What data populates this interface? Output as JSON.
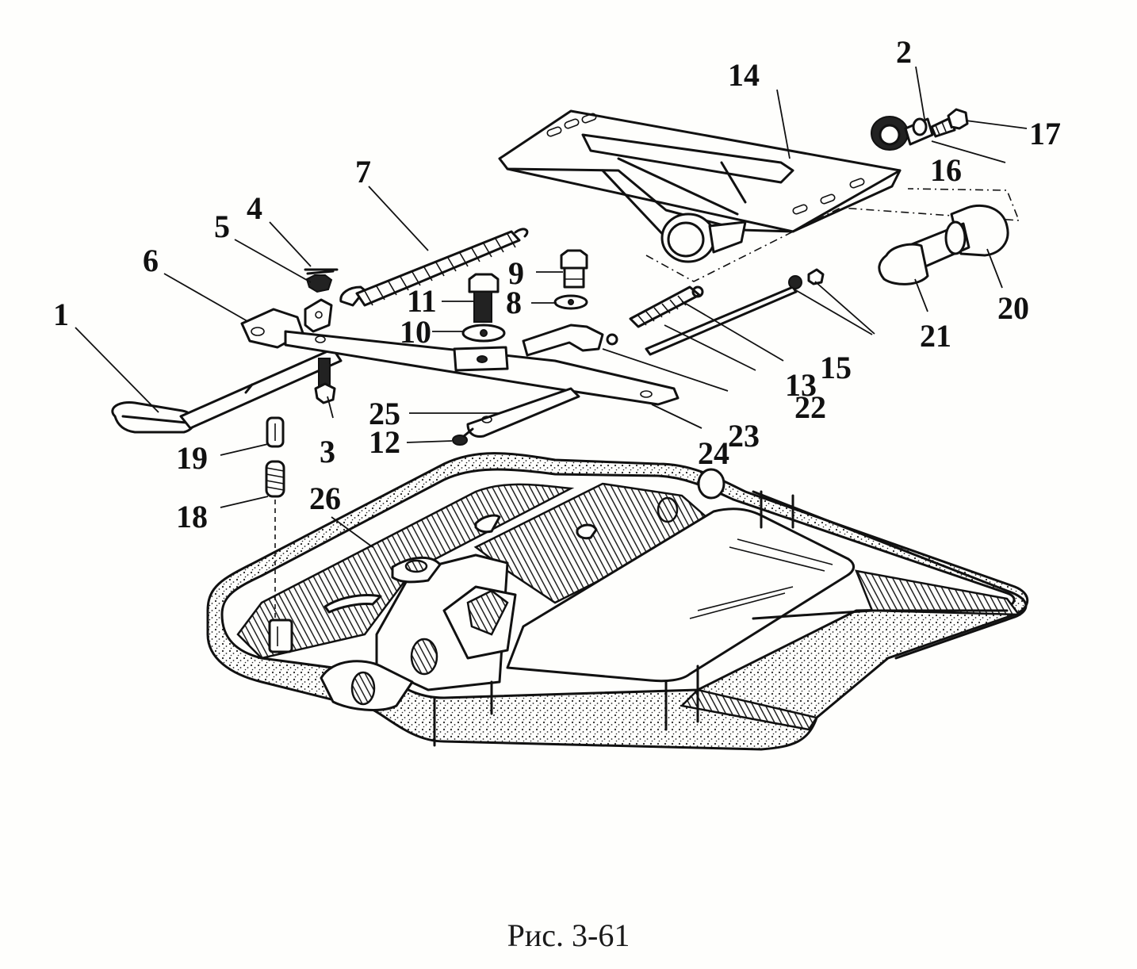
{
  "figure": {
    "caption": "Рис. 3-61",
    "type": "exploded-view assembly drawing"
  },
  "callouts": {
    "c1": "1",
    "c2": "2",
    "c3": "3",
    "c4": "4",
    "c5": "5",
    "c6": "6",
    "c7": "7",
    "c8": "8",
    "c9": "9",
    "c10": "10",
    "c11": "11",
    "c12": "12",
    "c13": "13",
    "c14": "14",
    "c15": "15",
    "c16": "16",
    "c17": "17",
    "c18": "18",
    "c19": "19",
    "c20": "20",
    "c21": "21",
    "c22": "22",
    "c23": "23",
    "c24": "24",
    "c25": "25",
    "c26": "26"
  },
  "parts": [
    {
      "id": "1",
      "name": "release-handle"
    },
    {
      "id": "2",
      "name": "bushing"
    },
    {
      "id": "3",
      "name": "nut"
    },
    {
      "id": "4",
      "name": "cotter-pin"
    },
    {
      "id": "5",
      "name": "castle-nut"
    },
    {
      "id": "6",
      "name": "bracket"
    },
    {
      "id": "7",
      "name": "tension-spring"
    },
    {
      "id": "8",
      "name": "washer"
    },
    {
      "id": "9",
      "name": "bolt"
    },
    {
      "id": "10",
      "name": "washer"
    },
    {
      "id": "11",
      "name": "bolt"
    },
    {
      "id": "12",
      "name": "pin"
    },
    {
      "id": "13",
      "name": "return-spring"
    },
    {
      "id": "14",
      "name": "mounting-plate"
    },
    {
      "id": "15",
      "name": "nuts"
    },
    {
      "id": "16",
      "name": "washer"
    },
    {
      "id": "17",
      "name": "bolt"
    },
    {
      "id": "18",
      "name": "spring"
    },
    {
      "id": "19",
      "name": "cap"
    },
    {
      "id": "20",
      "name": "pivot-shaft"
    },
    {
      "id": "21",
      "name": "bushing"
    },
    {
      "id": "22",
      "name": "rod"
    },
    {
      "id": "23",
      "name": "locking-jaw"
    },
    {
      "id": "24",
      "name": "lever"
    },
    {
      "id": "25",
      "name": "link"
    },
    {
      "id": "26",
      "name": "base-frame"
    }
  ]
}
